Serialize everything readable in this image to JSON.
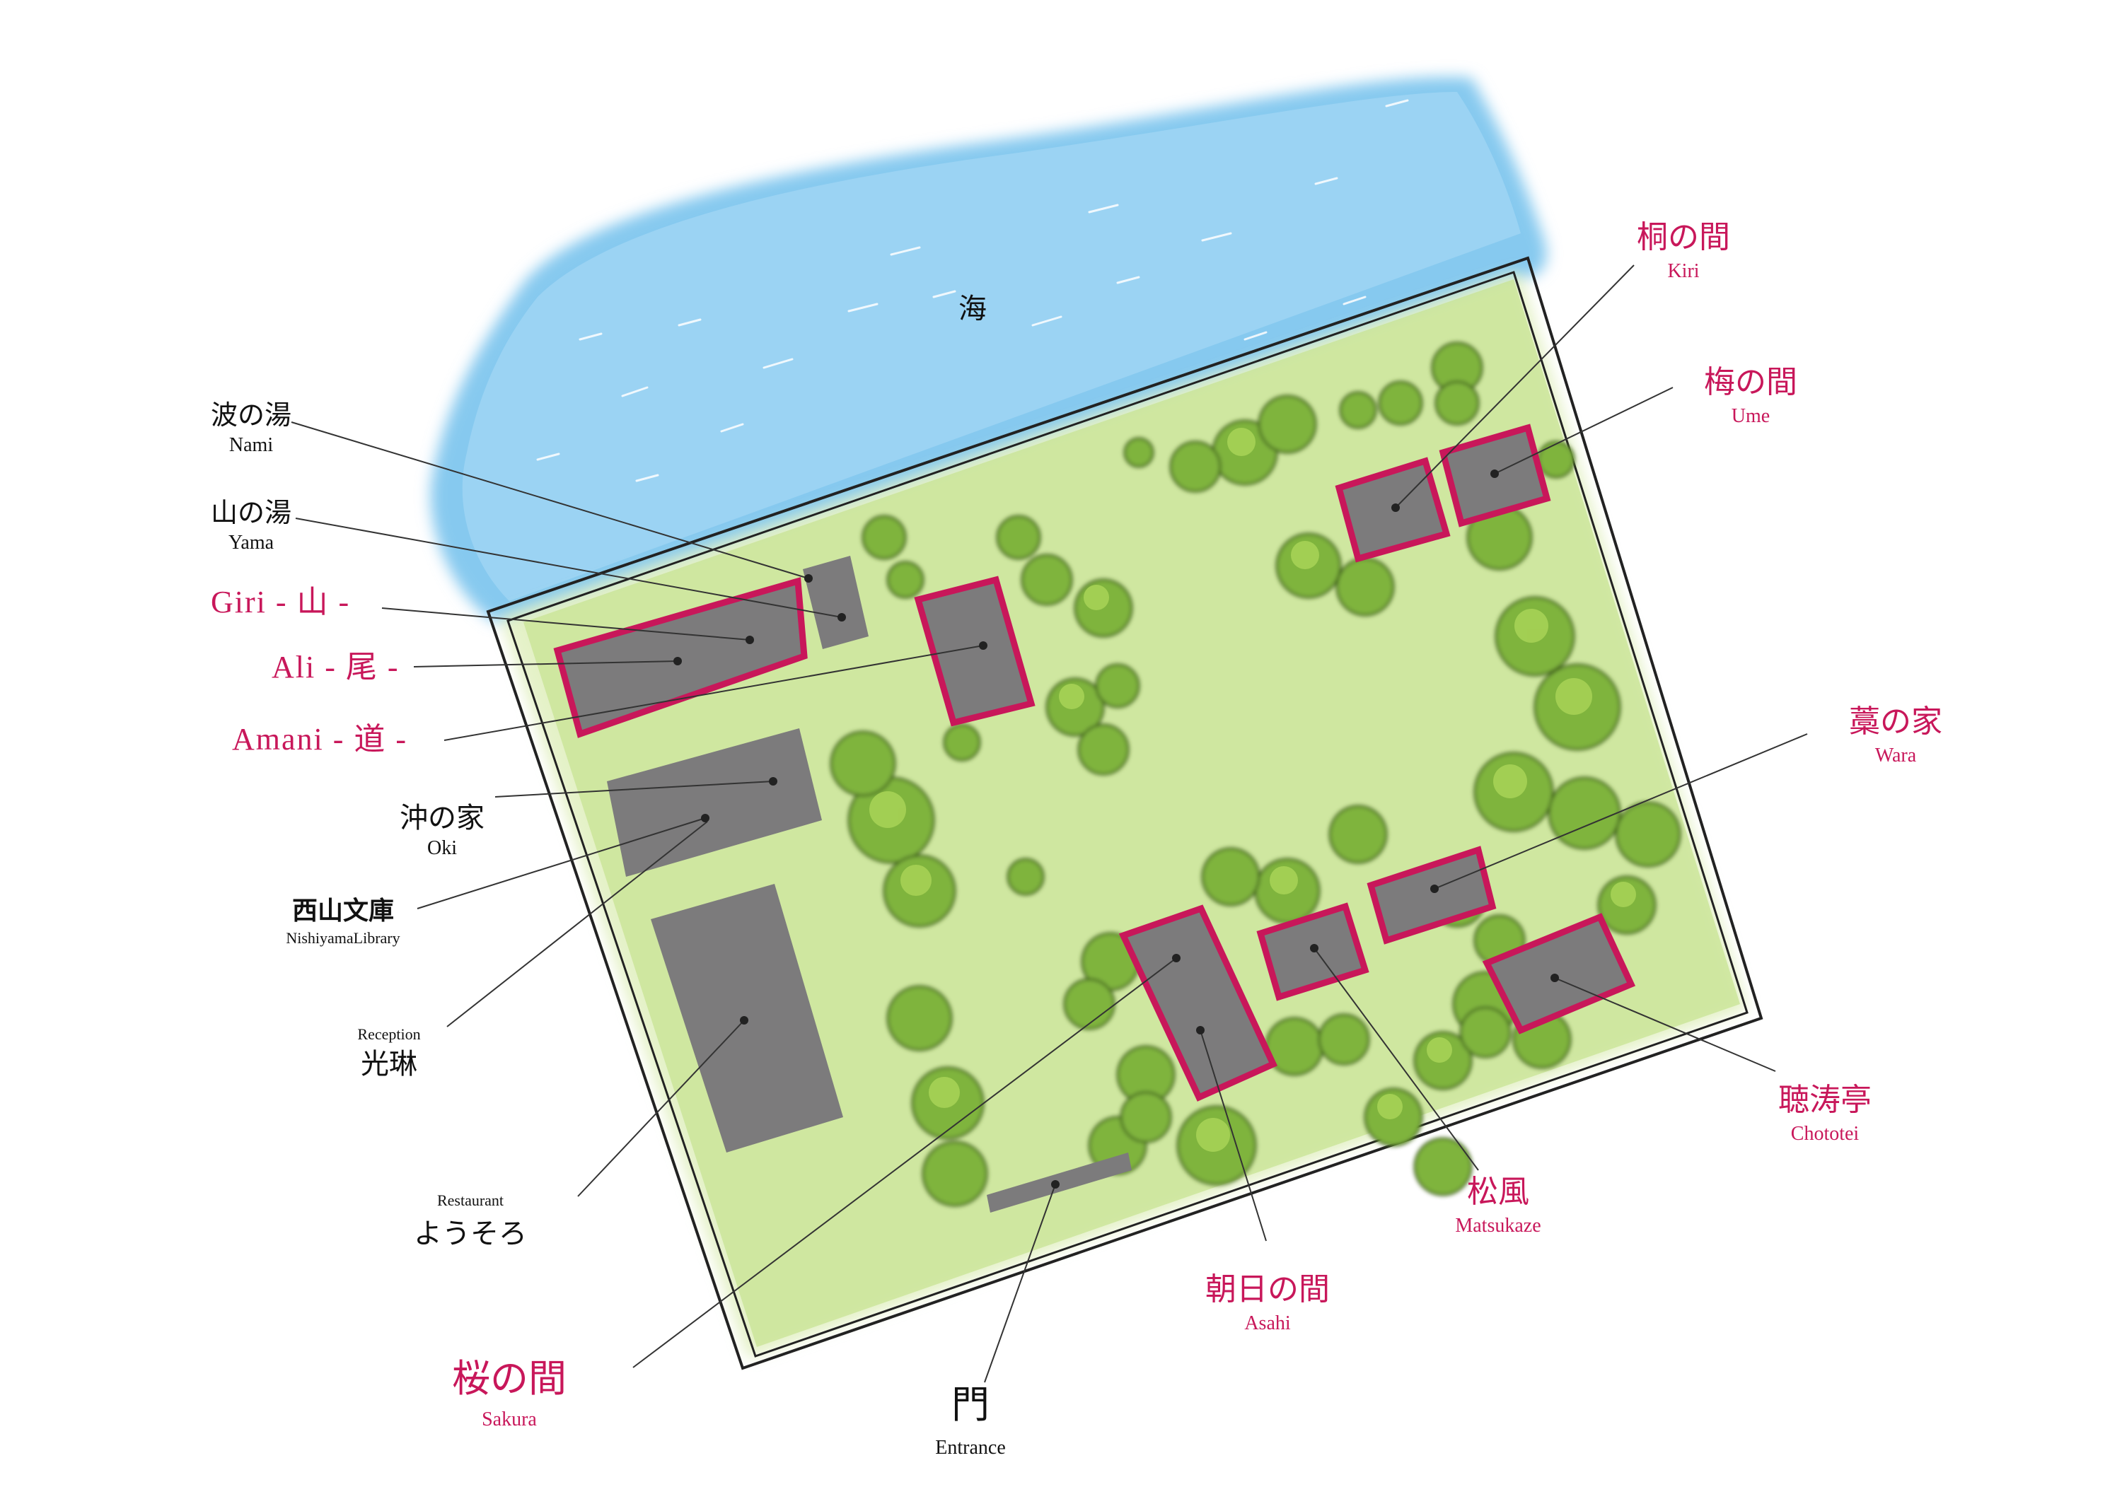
{
  "colors": {
    "sea": "#86c9ef",
    "grass": "#cfe69a",
    "building": "#7c7b7c",
    "accent": "#c8175a",
    "text": "#111111",
    "leader": "#333333"
  },
  "sea": {
    "label": "海"
  },
  "labels": {
    "nami": {
      "jp": "波の湯",
      "en": "Nami"
    },
    "yama": {
      "jp": "山の湯",
      "en": "Yama"
    },
    "giri": {
      "text": "Giri - 山 -"
    },
    "ali": {
      "text": "Ali - 尾 -"
    },
    "amani": {
      "text": "Amani - 道 -"
    },
    "oki": {
      "jp": "沖の家",
      "en": "Oki"
    },
    "library": {
      "jp": "西山文庫",
      "en": "NishiyamaLibrary"
    },
    "reception": {
      "en": "Reception",
      "jp": "光琳"
    },
    "restaurant": {
      "en": "Restaurant",
      "jp": "ようそろ"
    },
    "sakura": {
      "jp": "桜の間",
      "en": "Sakura"
    },
    "entrance": {
      "jp": "門",
      "en": "Entrance"
    },
    "asahi": {
      "jp": "朝日の間",
      "en": "Asahi"
    },
    "matsukaze": {
      "jp": "松風",
      "en": "Matsukaze"
    },
    "chototei": {
      "jp": "聴涛亭",
      "en": "Chototei"
    },
    "wara": {
      "jp": "藁の家",
      "en": "Wara"
    },
    "ume": {
      "jp": "梅の間",
      "en": "Ume"
    },
    "kiri": {
      "jp": "桐の間",
      "en": "Kiri"
    }
  }
}
